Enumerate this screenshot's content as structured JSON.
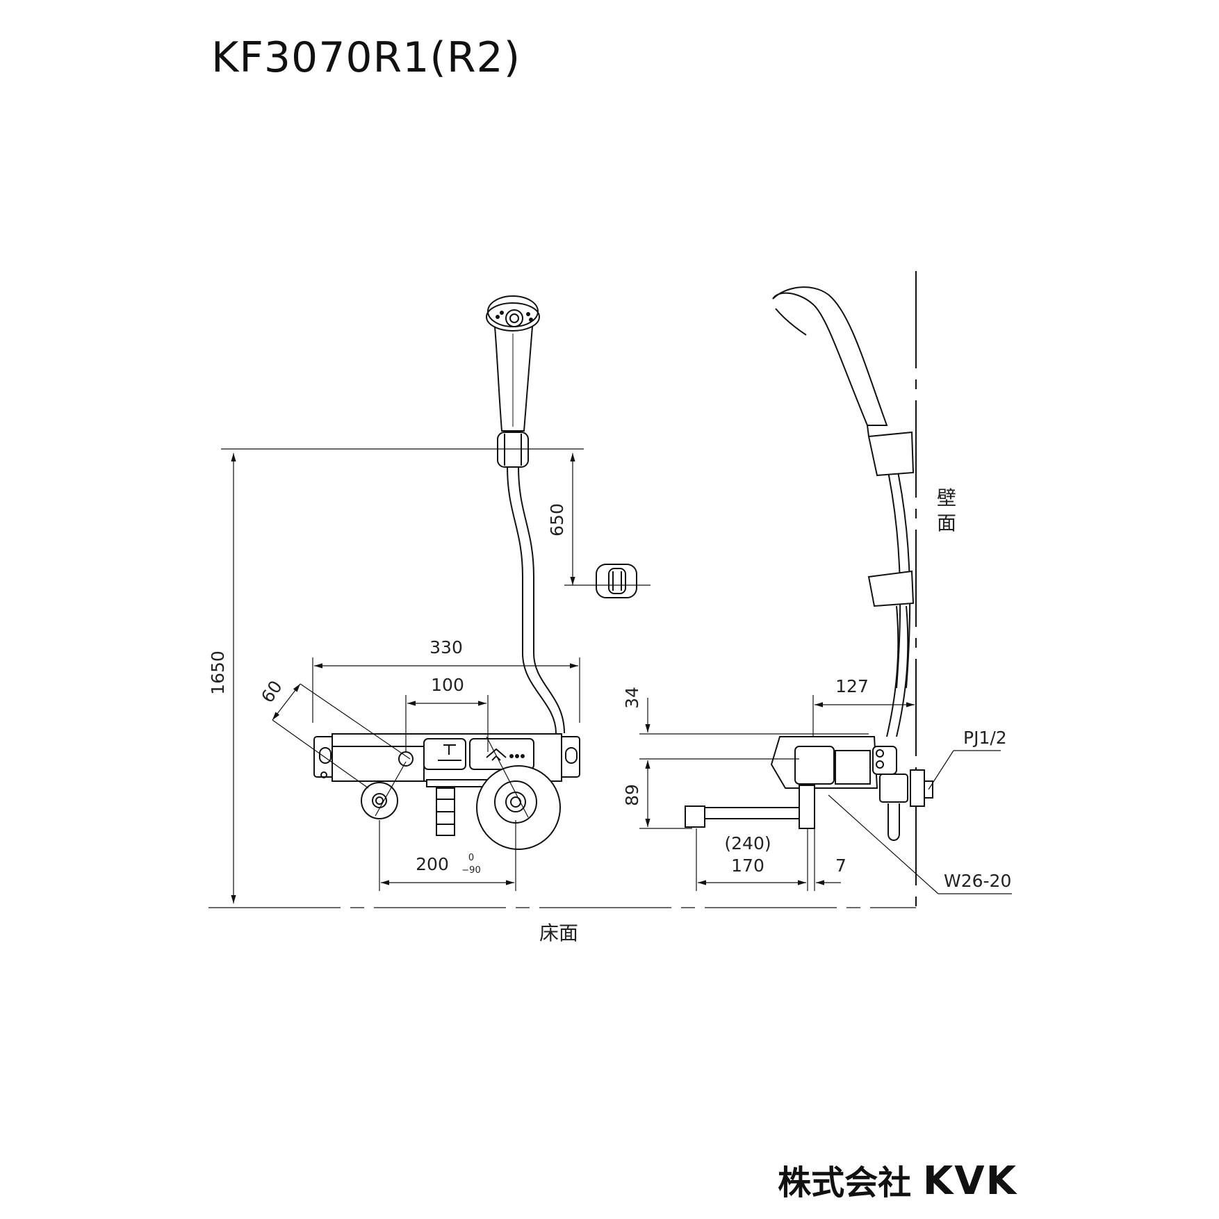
{
  "title": "KF3070R1(R2)",
  "dimensions": {
    "d1650": "1650",
    "d650": "650",
    "d330": "330",
    "d100": "100",
    "d60": "60",
    "d200": "200",
    "d200_tol_upper": "0",
    "d200_tol_lower": "−90",
    "d34": "34",
    "d89": "89",
    "d127": "127",
    "d240": "(240)",
    "d170": "170",
    "d7": "7"
  },
  "callouts": {
    "pj": "PJ1/2",
    "w26": "W26-20"
  },
  "labels": {
    "floor": "床面",
    "wall_1": "壁",
    "wall_2": "面"
  },
  "brand": {
    "company": "株式会社",
    "logo": "KVK"
  }
}
